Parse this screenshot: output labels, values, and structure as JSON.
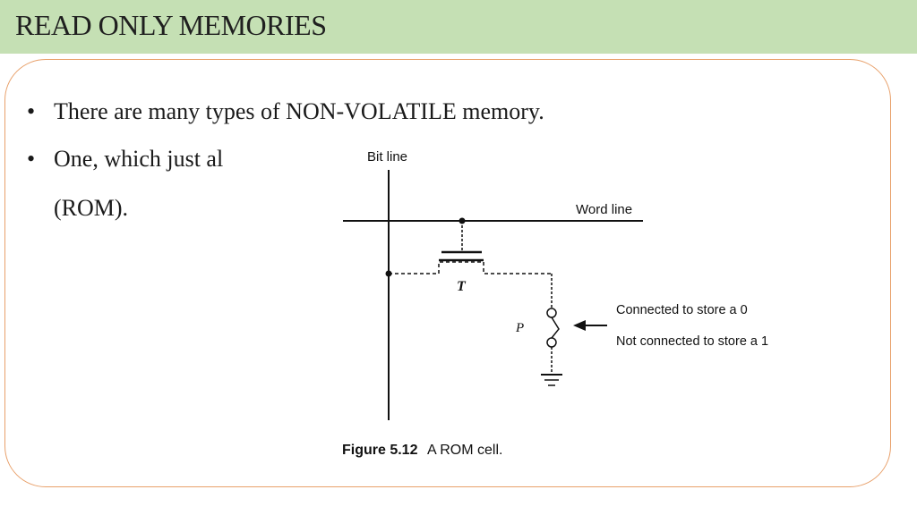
{
  "header": {
    "title": "READ ONLY MEMORIES"
  },
  "bullets": [
    {
      "marker": "•",
      "text": "There are many types of NON-VOLATILE memory."
    },
    {
      "marker": "•",
      "text": "One, which just al"
    }
  ],
  "bullet_continuation": "(ROM).",
  "figure": {
    "bit_line_label": "Bit line",
    "word_line_label": "Word line",
    "transistor_label": "T",
    "fuse_label": "P",
    "note_line1": "Connected to store a 0",
    "note_line2": "Not connected to store a 1",
    "caption_number": "Figure 5.12",
    "caption_text": "A ROM cell."
  },
  "colors": {
    "header_bg": "#c5e0b4",
    "box_border": "#e8a06a"
  }
}
